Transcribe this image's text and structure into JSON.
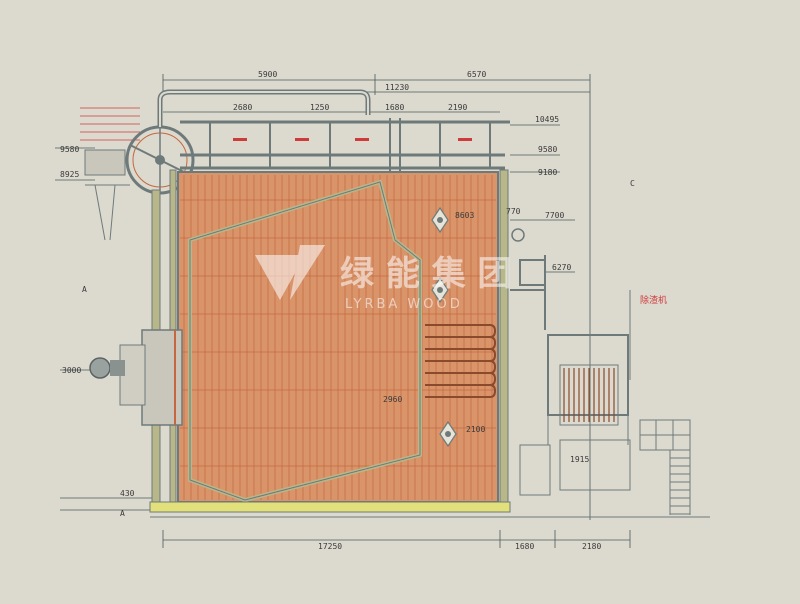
{
  "colors": {
    "paper": "#dcd9cf",
    "furnace": "#d9946a",
    "tube": "#c4683f",
    "casing": "#b8b78a",
    "structure": "#6e7a7a",
    "dimension": "#3a3a3a",
    "accent": "#cf3b3b"
  },
  "dimensions": {
    "top_left": "5900",
    "top_mid": "11230",
    "top_right": "6570",
    "bottom_main": "17250",
    "bottom_mid": "1680",
    "bottom_right": "2180",
    "upper_a": "2680",
    "upper_b": "1250",
    "upper_c": "1680",
    "upper_d": "2190",
    "elev_top": "10495",
    "elev_left_1": "9580",
    "elev_left_2": "8925",
    "elev_right_1": "9580",
    "elev_right_2": "9180",
    "elev_mid_1": "7700",
    "elev_mid_2": "8603",
    "elev_right_3": "6270",
    "section_a_top": "A",
    "section_a_bottom": "A",
    "section_c": "C",
    "inner_1": "2960",
    "inner_2": "2100",
    "inner_3": "1915",
    "inner_4": "770",
    "left_low_1": "3000",
    "left_low_2": "430"
  },
  "labels": {
    "hopper": "除渣机"
  },
  "watermark": {
    "cn": "绿 能 集 团",
    "en": "LYRBA  WOOD"
  },
  "icons": {
    "logo": "lvneng-logo-icon"
  }
}
